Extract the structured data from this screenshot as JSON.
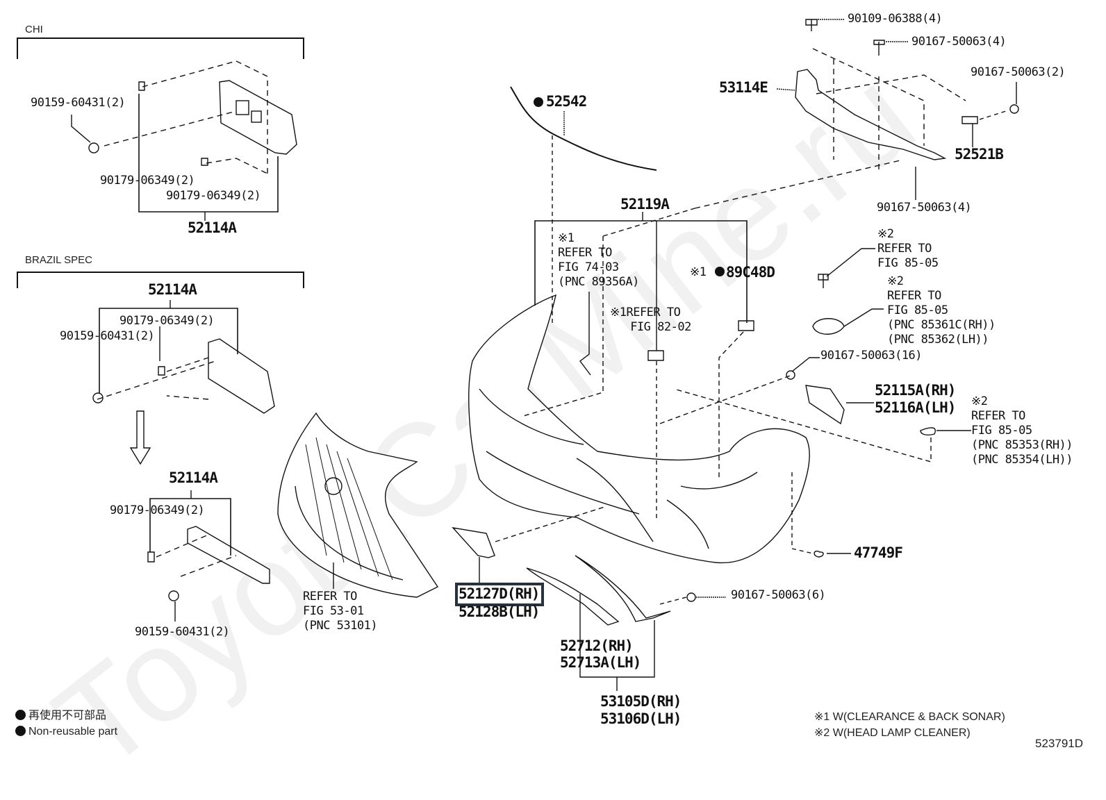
{
  "watermark": "ToyotaCarMine.ru",
  "sections": {
    "chi": {
      "title": "CHI",
      "parts": [
        "90159-60431(2)",
        "90179-06349(2)",
        "90179-06349(2)"
      ],
      "assembly": "52114A"
    },
    "brazil": {
      "title": "BRAZIL SPEC",
      "assembly_top": "52114A",
      "parts_top": [
        "90179-06349(2)",
        "90159-60431(2)"
      ],
      "assembly_bottom": "52114A",
      "parts_bottom": [
        "90179-06349(2)",
        "90159-60431(2)"
      ]
    }
  },
  "callouts": {
    "p52542": "52542",
    "p52119A": "52119A",
    "ref7403": "※1\nREFER TO\nFIG 74-03\n(PNC 89356A)",
    "ref8202": "※1REFER TO\n   FIG 82-02",
    "p89C48D_mark": "※1",
    "p89C48D": "89C48D",
    "p90109": "90109-06388(4)",
    "p90167_4a": "90167-50063(4)",
    "p90167_2": "90167-50063(2)",
    "p53114E": "53114E",
    "p52521B": "52521B",
    "p90167_4b": "90167-50063(4)",
    "ref8505a": "※2\nREFER TO\nFIG 85-05",
    "ref8505b": "※2\nREFER TO\nFIG 85-05\n(PNC 85361C(RH))\n(PNC 85362(LH))",
    "p90167_16": "90167-50063(16)",
    "p52115A": "52115A(RH)\n52116A(LH)",
    "ref8505c": "※2\nREFER TO\nFIG 85-05\n(PNC 85353(RH))\n(PNC 85354(LH))",
    "p47749F": "47749F",
    "p90167_6": "90167-50063(6)",
    "ref5301": "REFER TO\nFIG 53-01\n(PNC 53101)",
    "p52127D": "52127D(RH)",
    "p52128B": "52128B(LH)",
    "p52712": "52712(RH)\n52713A(LH)",
    "p53105D": "53105D(RH)\n53106D(LH)"
  },
  "legend": {
    "nonreusable_jp": "再使用不可部品",
    "nonreusable_en": "Non-reusable part"
  },
  "footnotes": {
    "n1": "※1 W(CLEARANCE & BACK SONAR)",
    "n2": "※2 W(HEAD LAMP CLEANER)"
  },
  "figure_id": "523791D",
  "highlight_color": "#26323d"
}
